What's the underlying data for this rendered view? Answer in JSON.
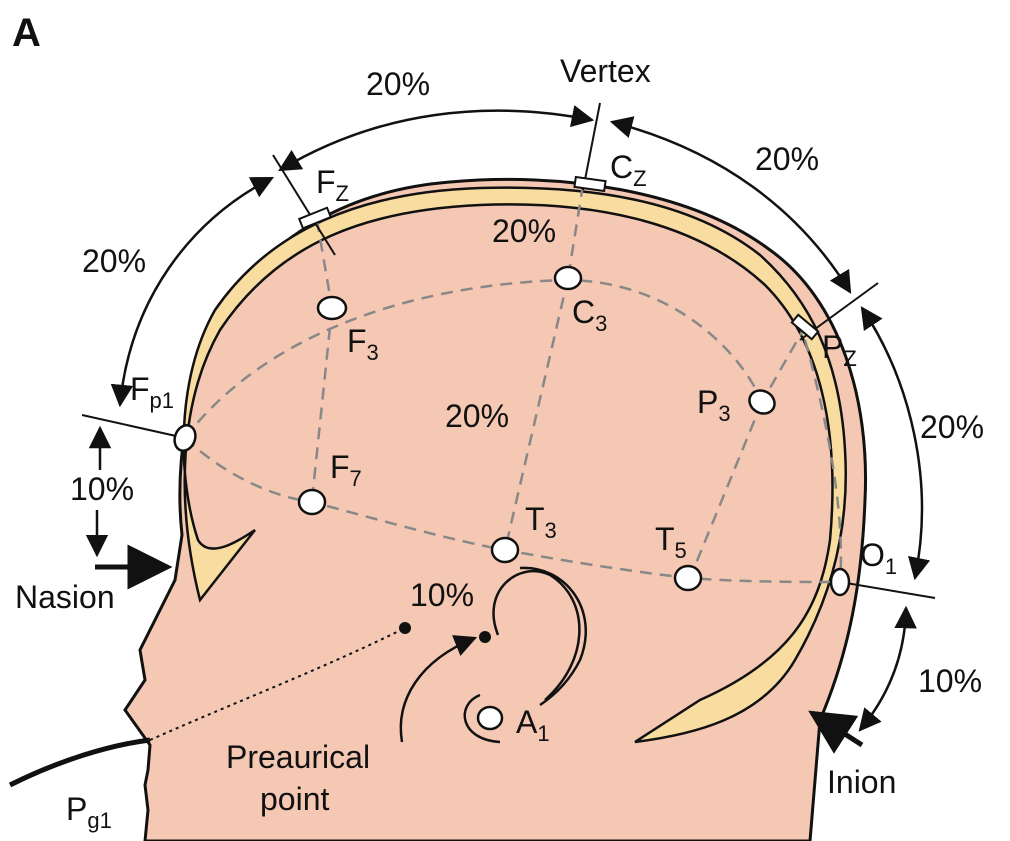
{
  "panel_label": "A",
  "landmarks": {
    "vertex": "Vertex",
    "nasion": "Nasion",
    "inion": "Inion",
    "preauricular_line1": "Preaurical",
    "preauricular_line2": "point"
  },
  "percentages": {
    "top_left": "20%",
    "top_right": "20%",
    "left_arc": "20%",
    "right_arc": "20%",
    "skull": "20%",
    "center": "20%",
    "nasion_gap": "10%",
    "inion_gap": "10%",
    "ear": "10%"
  },
  "electrodes": [
    {
      "id": "fz",
      "main": "F",
      "sub": "Z"
    },
    {
      "id": "cz",
      "main": "C",
      "sub": "Z"
    },
    {
      "id": "pz",
      "main": "P",
      "sub": "Z"
    },
    {
      "id": "fp1",
      "main": "F",
      "sub": "p1"
    },
    {
      "id": "f3",
      "main": "F",
      "sub": "3"
    },
    {
      "id": "c3",
      "main": "C",
      "sub": "3"
    },
    {
      "id": "p3",
      "main": "P",
      "sub": "3"
    },
    {
      "id": "f7",
      "main": "F",
      "sub": "7"
    },
    {
      "id": "t3",
      "main": "T",
      "sub": "3"
    },
    {
      "id": "t5",
      "main": "T",
      "sub": "5"
    },
    {
      "id": "o1",
      "main": "O",
      "sub": "1"
    },
    {
      "id": "a1",
      "main": "A",
      "sub": "1"
    },
    {
      "id": "pg1",
      "main": "P",
      "sub": "g1"
    }
  ],
  "colors": {
    "skin": "#f5c8b4",
    "bone": "#f8dca0",
    "outline": "#111111",
    "dashes": "#888888"
  }
}
